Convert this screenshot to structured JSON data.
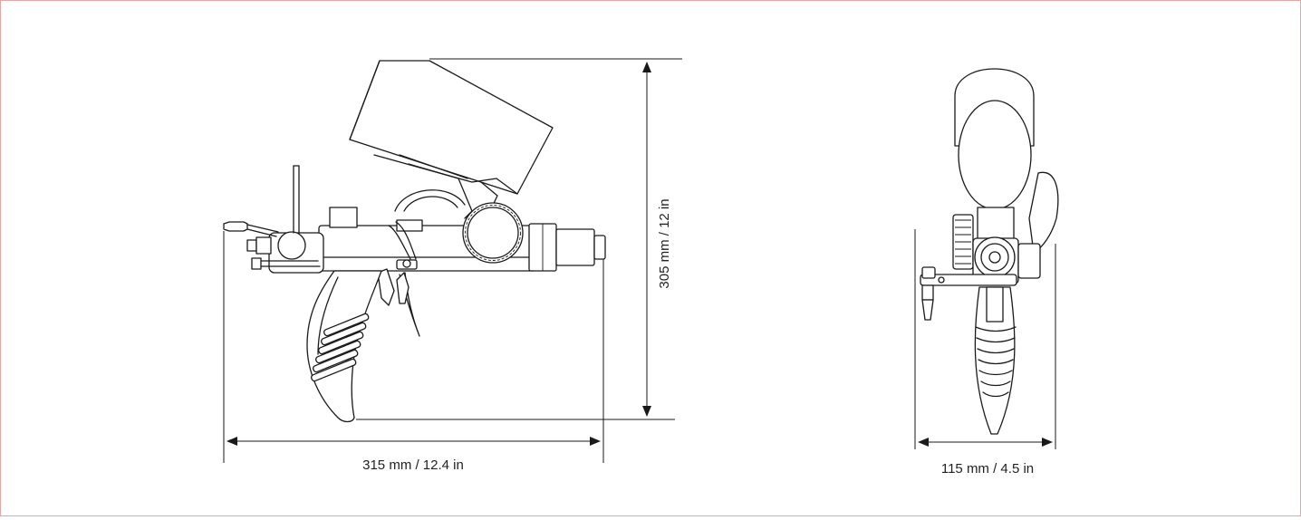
{
  "dimensions": {
    "side_length": "315 mm / 12.4 in",
    "side_height": "305 mm / 12 in",
    "front_width": "115 mm / 4.5 in"
  },
  "colors": {
    "frame_border": "#e8a5a5",
    "line": "#1a1a1a"
  }
}
